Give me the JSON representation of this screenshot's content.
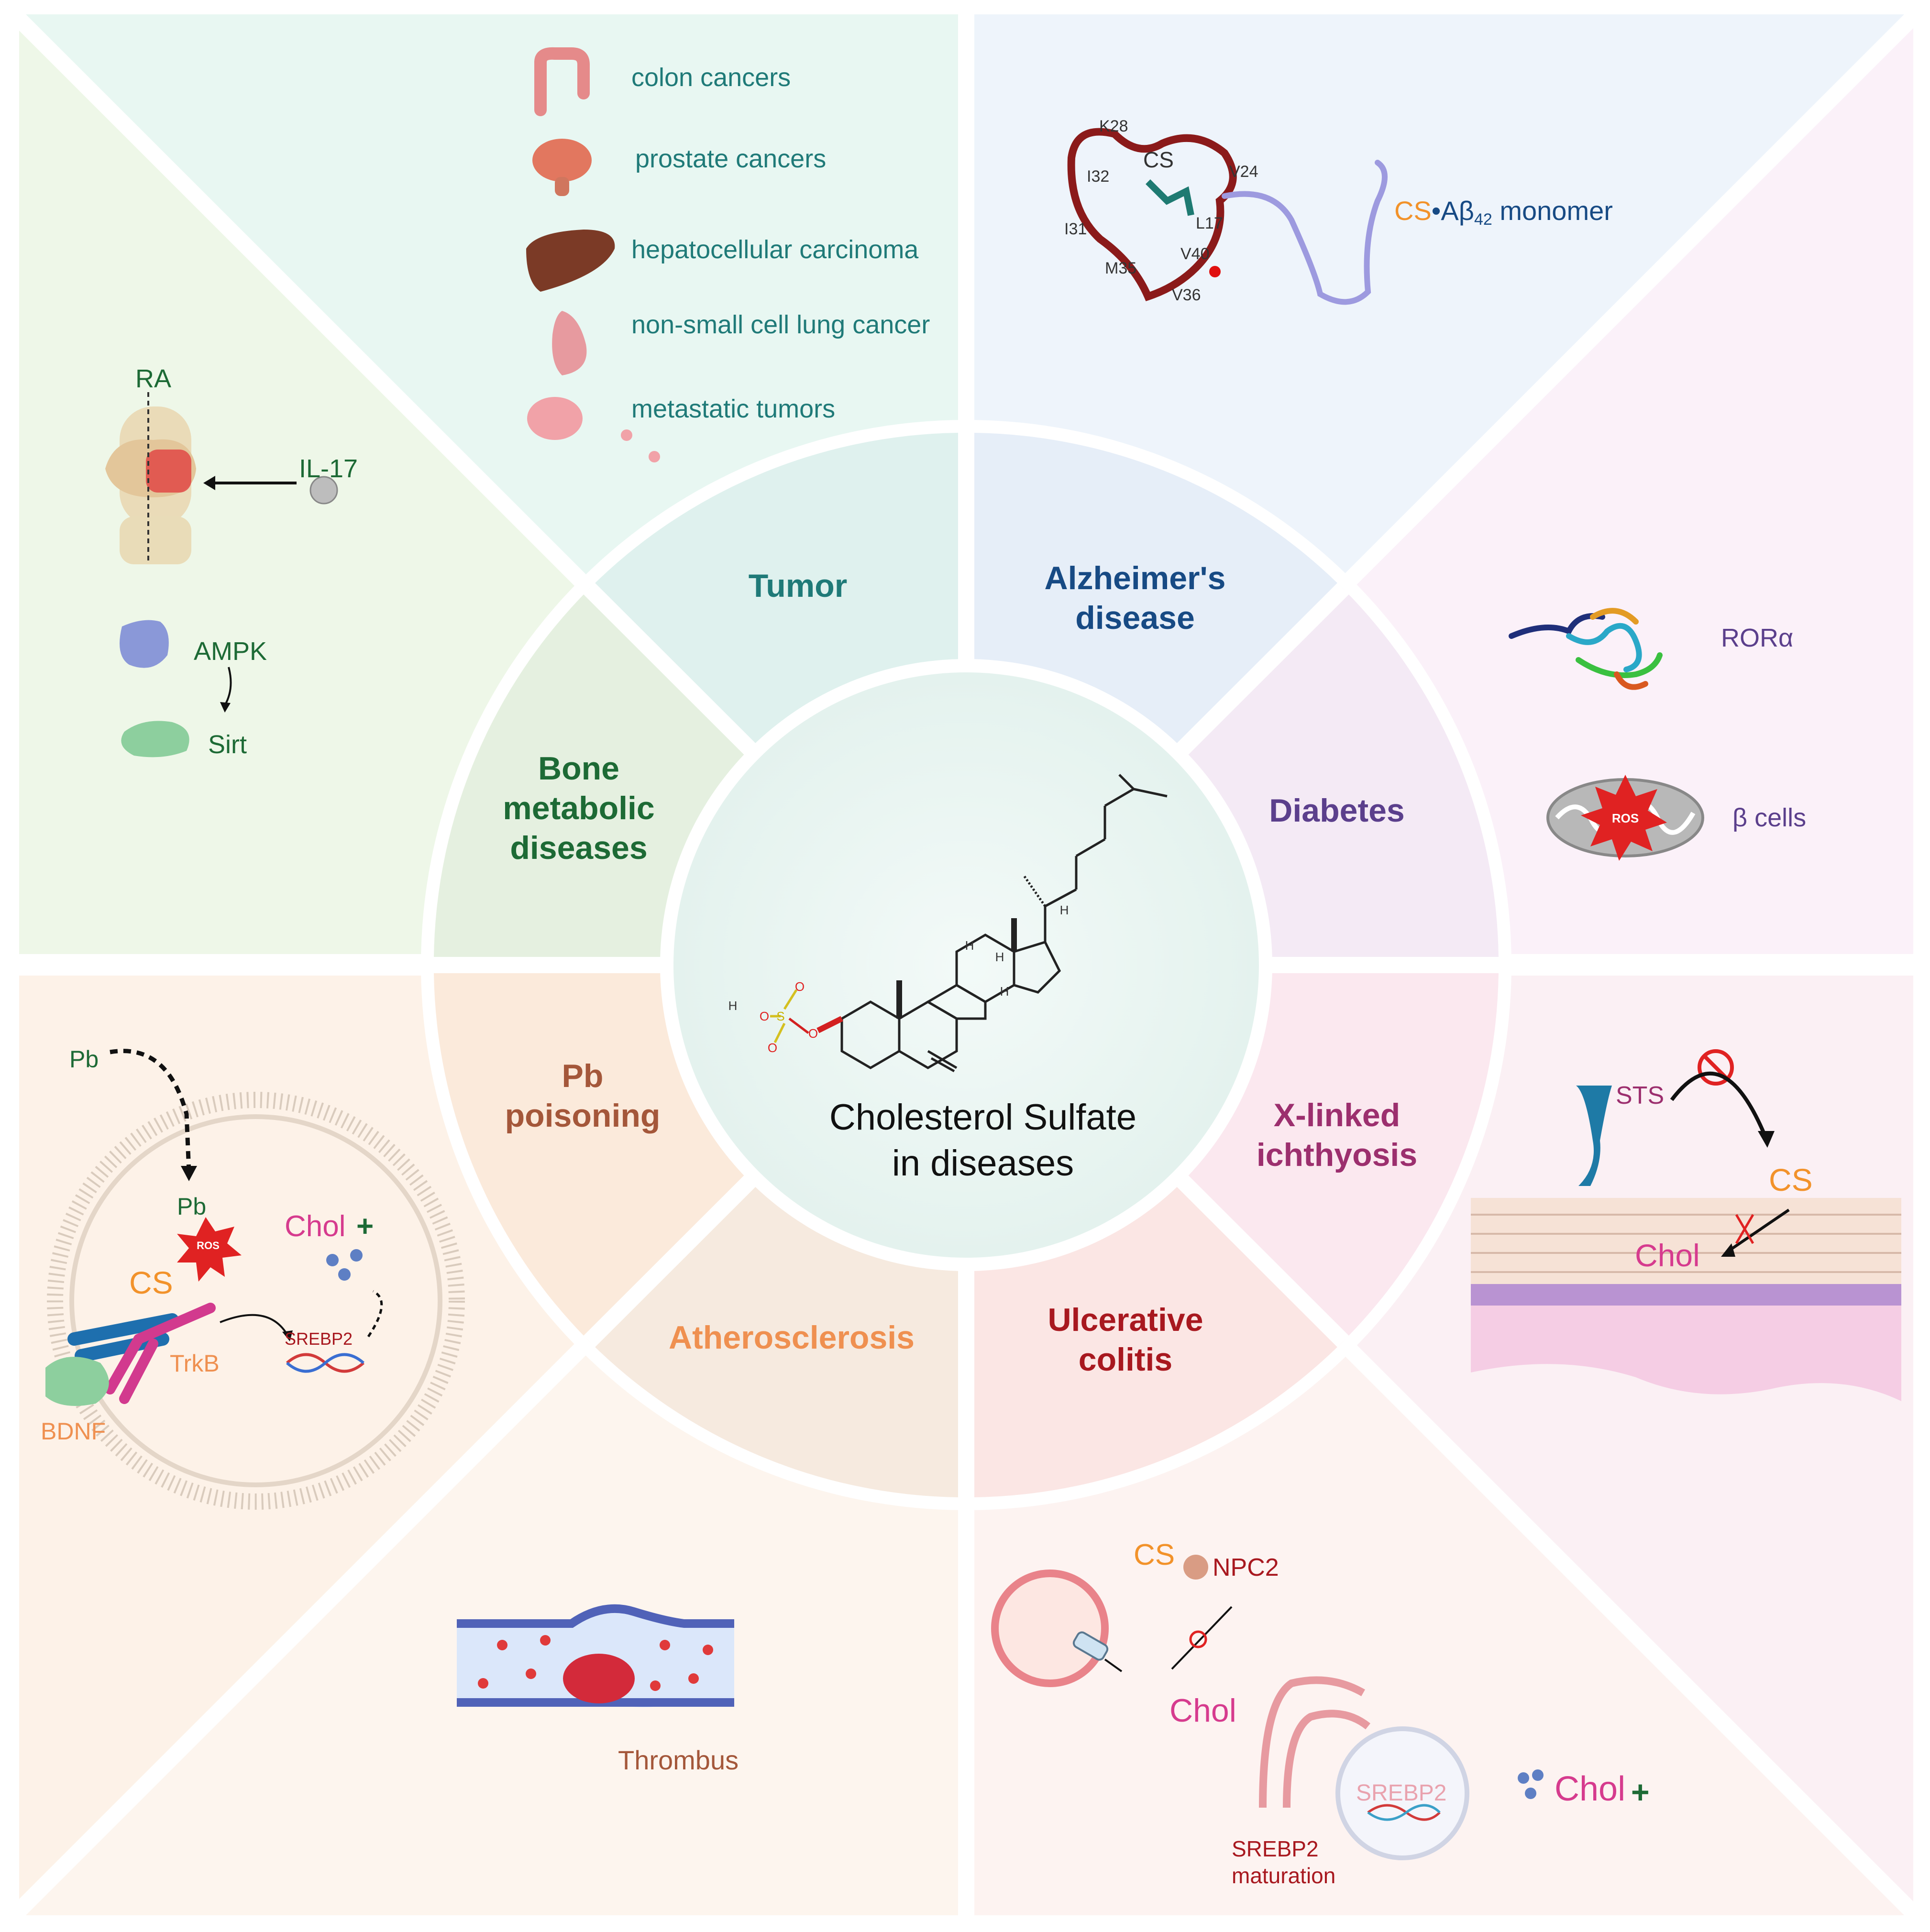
{
  "center": {
    "line1": "Cholesterol Sulfate",
    "line2": "in diseases"
  },
  "segments": {
    "tumor": "Tumor",
    "alzheimer": [
      "Alzheimer's",
      "disease"
    ],
    "diabetes": "Diabetes",
    "xlinked": [
      "X-linked",
      "ichthyosis"
    ],
    "ulcerative": [
      "Ulcerative",
      "colitis"
    ],
    "atherosclerosis": "Atherosclerosis",
    "pb": [
      "Pb",
      "poisoning"
    ],
    "bone": [
      "Bone",
      "metabolic",
      "diseases"
    ]
  },
  "tumor_panel": {
    "items": [
      "colon cancers",
      "prostate cancers",
      "hepatocellular carcinoma",
      "non-small cell lung cancer",
      "metastatic tumors"
    ]
  },
  "alzheimer_panel": {
    "residues": [
      "K28",
      "I32",
      "CS",
      "V24",
      "I31",
      "L17",
      "M35",
      "V40",
      "V36"
    ],
    "monomer_cs": "CS",
    "monomer_dot": "•",
    "monomer_ab": "Aβ",
    "monomer_sub": "42",
    "monomer_rest": " monomer"
  },
  "diabetes_panel": {
    "ror": "RORα",
    "beta": "β cells",
    "ros": "ROS"
  },
  "xlinked_panel": {
    "sts": "STS",
    "cs": "CS",
    "chol": "Chol"
  },
  "ulcerative_panel": {
    "cs": "CS",
    "npc2": "NPC2",
    "chol": "Chol",
    "srebp2": "SREBP2",
    "maturation_line1": "SREBP2",
    "maturation_line2": "maturation",
    "chol_plus": "Chol",
    "plus": "+"
  },
  "atherosclerosis_panel": {
    "thrombus": "Thrombus"
  },
  "pb_panel": {
    "pb_outer": "Pb",
    "pb_inner": "Pb",
    "ros": "ROS",
    "chol": "Chol",
    "plus": "+",
    "cs": "CS",
    "srebp2": "SREBP2",
    "trkb": "TrkB",
    "bdnf": "BDNF"
  },
  "bone_panel": {
    "ra": "RA",
    "il17": "IL-17",
    "ampk": "AMPK",
    "sirt": "Sirt"
  },
  "molecule": {
    "atoms": [
      "H",
      "S",
      "O",
      "O",
      "O",
      "O",
      "H",
      "H",
      "H",
      "H"
    ]
  },
  "colors": {
    "tumor": "#1f7a78",
    "alzheimer": "#174a84",
    "diabetes": "#5b3f8c",
    "xlinked": "#9c2f6e",
    "ulcerative": "#a8181f",
    "atherosclerosis": "#ef9050",
    "pb": "#a4573a",
    "bone": "#1d6a35",
    "cs_orange": "#f2922a",
    "chol_pink": "#d63b8e"
  }
}
